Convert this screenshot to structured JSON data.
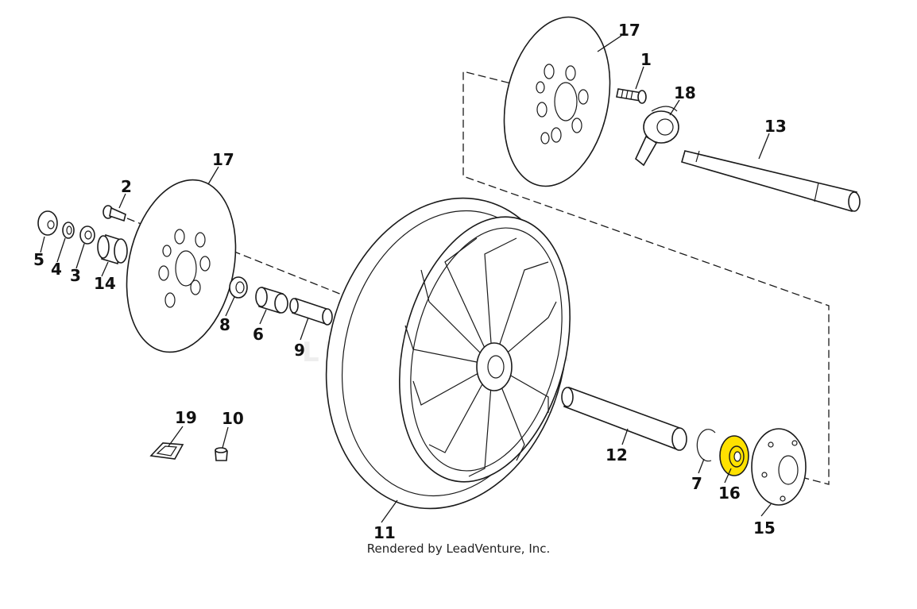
{
  "diagram": {
    "credit": "Rendered by LeadVenture, Inc.",
    "watermark": "LEADVENTURE",
    "highlight_color": "#ffe100",
    "highlighted_part": "16",
    "callouts": [
      {
        "id": "c1",
        "label": "1"
      },
      {
        "id": "c2",
        "label": "2"
      },
      {
        "id": "c3",
        "label": "3"
      },
      {
        "id": "c4",
        "label": "4"
      },
      {
        "id": "c5",
        "label": "5"
      },
      {
        "id": "c6",
        "label": "6"
      },
      {
        "id": "c7",
        "label": "7"
      },
      {
        "id": "c8",
        "label": "8"
      },
      {
        "id": "c9",
        "label": "9"
      },
      {
        "id": "c10",
        "label": "10"
      },
      {
        "id": "c11",
        "label": "11"
      },
      {
        "id": "c12",
        "label": "12"
      },
      {
        "id": "c13",
        "label": "13"
      },
      {
        "id": "c14",
        "label": "14"
      },
      {
        "id": "c15",
        "label": "15"
      },
      {
        "id": "c16",
        "label": "16"
      },
      {
        "id": "c17a",
        "label": "17"
      },
      {
        "id": "c17b",
        "label": "17"
      },
      {
        "id": "c18",
        "label": "18"
      },
      {
        "id": "c19",
        "label": "19"
      }
    ]
  }
}
